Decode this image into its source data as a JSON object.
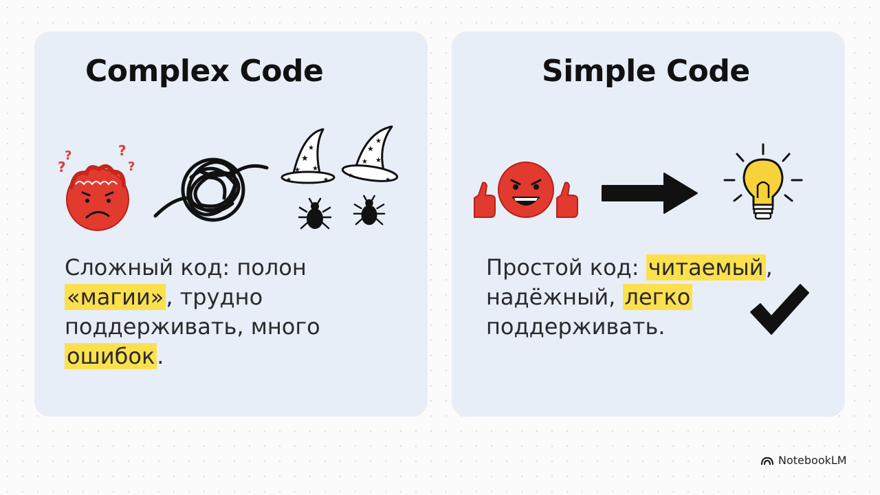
{
  "left_card": {
    "title": "Complex Code",
    "text": {
      "part1": "Сложный код: полон ",
      "highlight1": "«магии»",
      "part2": ", трудно поддерживать, много ",
      "highlight2": "ошибок",
      "part3": "."
    },
    "icons": [
      "confused-face-icon",
      "tangled-yarn-icon",
      "wizard-hat-icon",
      "wizard-hat-icon",
      "bug-icon",
      "bug-icon"
    ]
  },
  "right_card": {
    "title": "Simple Code",
    "text": {
      "part1": "Простой код: ",
      "highlight1": "читаемый",
      "part2": ", надёжный, ",
      "highlight2": "легко",
      "part3": " поддерживать."
    },
    "icons": [
      "thumbs-up-smiley-icon",
      "arrow-right-icon",
      "lightbulb-icon",
      "checkmark-icon"
    ]
  },
  "brand": {
    "name": "NotebookLM"
  },
  "colors": {
    "highlight": "#fde04e",
    "card_bg": "#e7eef8",
    "accent_red": "#e23a2f",
    "bulb_yellow": "#f7d23a"
  }
}
